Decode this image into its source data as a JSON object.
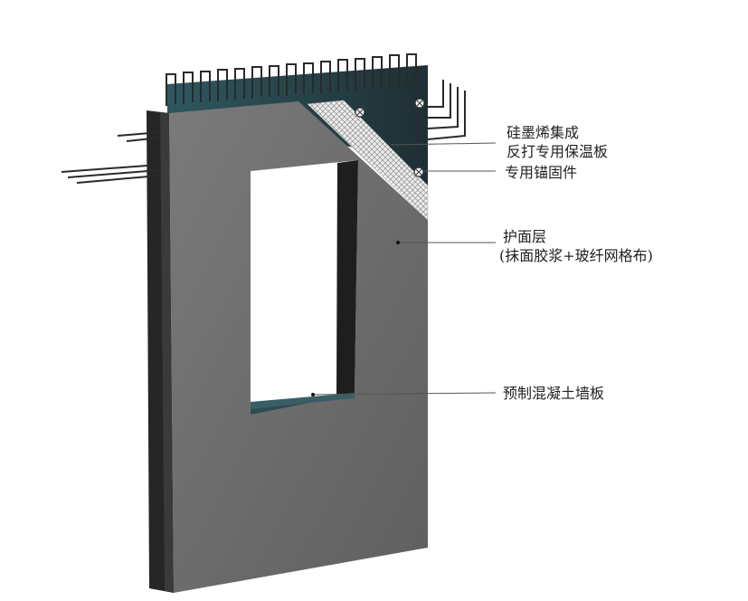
{
  "labels": {
    "insulation_line1": "硅墨烯集成",
    "insulation_line2": "反打专用保温板",
    "anchor": "专用锚固件",
    "protective_line1": "护面层",
    "protective_line2": "(抹面胶浆+玻纤网格布)",
    "wall_panel": "预制混凝土墙板"
  },
  "colors": {
    "concrete_face": "#6f6f6f",
    "concrete_edge": "#2b2b2b",
    "insulation": "#2c4a52",
    "mesh": "#e6e6e6",
    "rebar": "#2a2a2a",
    "leader_line": "#555555"
  }
}
